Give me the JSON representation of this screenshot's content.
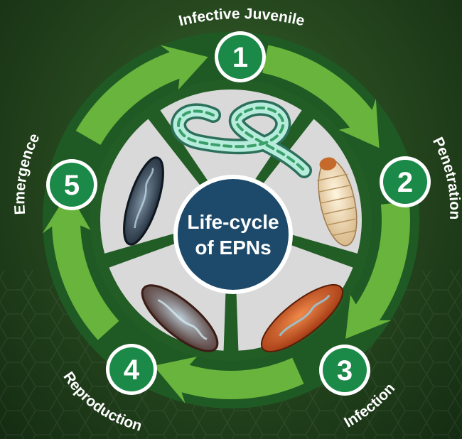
{
  "center": {
    "line1": "Life-cycle",
    "line2": "of EPNs"
  },
  "stages": [
    {
      "number": "1",
      "label": "Infective Juvenile"
    },
    {
      "number": "2",
      "label": "Penetration"
    },
    {
      "number": "3",
      "label": "Infection"
    },
    {
      "number": "4",
      "label": "Reproduction"
    },
    {
      "number": "5",
      "label": "Emergence"
    }
  ],
  "colors": {
    "ring_green": "#69b43c",
    "badge_green": "#1b8a48",
    "center_blue": "#1d4a6b",
    "segment_grey": "#d9d9d9"
  },
  "icons": [
    "nematode-icon",
    "larva-pale-icon",
    "larva-orange-icon",
    "larva-brown-icon",
    "larva-dark-icon"
  ]
}
